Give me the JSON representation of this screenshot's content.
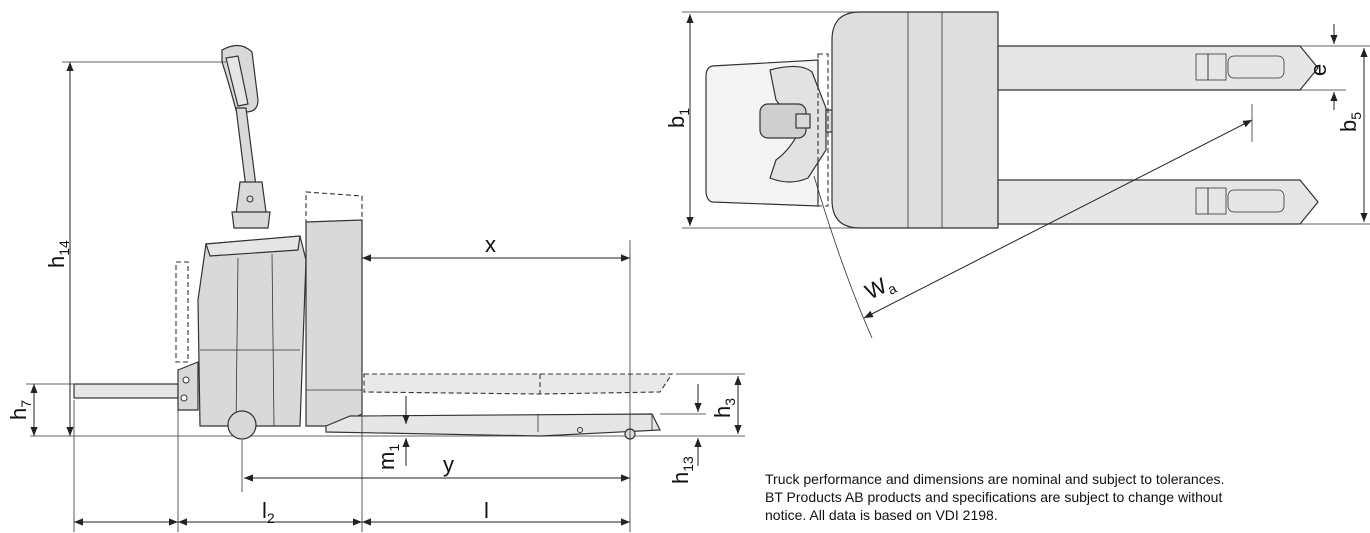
{
  "side_view": {
    "labels": {
      "h14": {
        "main": "h",
        "sub": "14"
      },
      "h7": {
        "main": "h",
        "sub": "7"
      },
      "x": {
        "main": "x",
        "sub": ""
      },
      "y": {
        "main": "y",
        "sub": ""
      },
      "m1": {
        "main": "m",
        "sub": "1"
      },
      "h3": {
        "main": "h",
        "sub": "3"
      },
      "h13": {
        "main": "h",
        "sub": "13"
      },
      "l2": {
        "main": "l",
        "sub": "2"
      },
      "l": {
        "main": "l",
        "sub": ""
      }
    }
  },
  "top_view": {
    "labels": {
      "b1": {
        "main": "b",
        "sub": "1"
      },
      "b5": {
        "main": "b",
        "sub": "5"
      },
      "e": {
        "main": "e",
        "sub": ""
      },
      "Wa": {
        "main": "W",
        "sub": "a"
      }
    }
  },
  "notice": {
    "line1": "Truck performance and dimensions are nominal and subject to tolerances.",
    "line2": "BT Products AB products and specifications are subject to change without",
    "line3": "notice. All data is based on VDI 2198."
  }
}
